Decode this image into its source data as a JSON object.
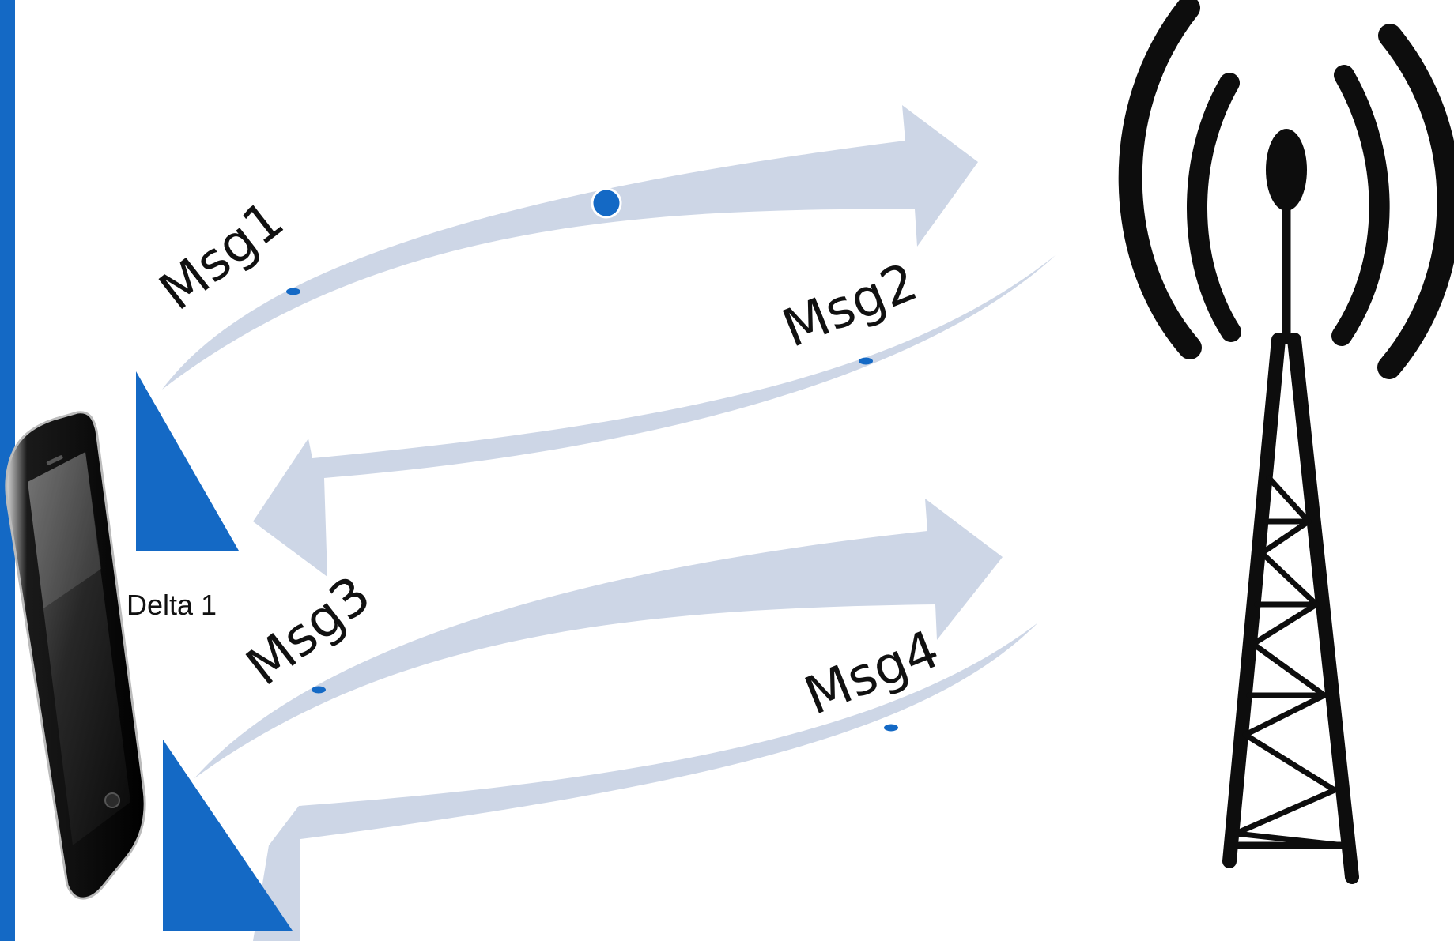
{
  "diagram": {
    "messages": [
      {
        "id": "msg1",
        "label": "Msg1"
      },
      {
        "id": "msg2",
        "label": "Msg2"
      },
      {
        "id": "msg3",
        "label": "Msg3"
      },
      {
        "id": "msg4",
        "label": "Msg4"
      }
    ],
    "delta_label": "Delta 1",
    "colors": {
      "left_bar": "#1469c5",
      "arrow_fill": "#cdd6e6",
      "marker": "#1469c5",
      "timing_triangle": "#1469c5",
      "tower": "#0d0d0d",
      "phone_body": "#111111"
    },
    "icons": {
      "device": "smartphone-icon",
      "base_station": "cell-tower-icon"
    }
  }
}
